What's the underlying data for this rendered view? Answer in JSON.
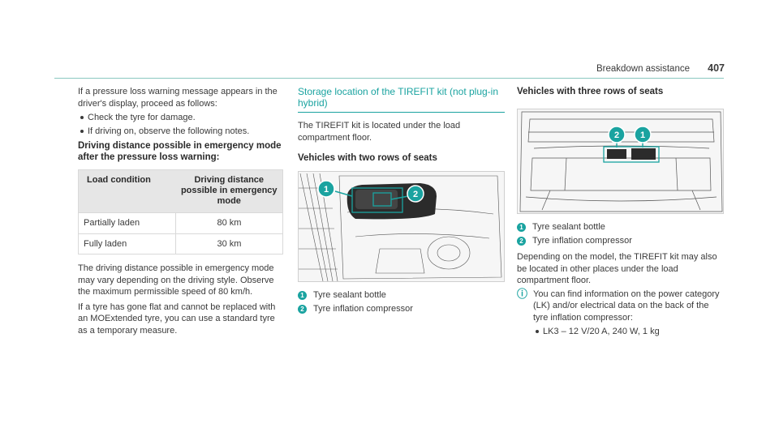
{
  "header": {
    "section": "Breakdown assistance",
    "page_number": "407"
  },
  "col1": {
    "intro": "If a pressure loss warning message appears in the driver's display, proceed as follows:",
    "bullets": [
      "Check the tyre for damage.",
      "If driving on, observe the following notes."
    ],
    "heading": "Driving distance possible in emergency mode after the pressure loss warning:",
    "table": {
      "headers": [
        "Load condition",
        "Driving distance possible in emergency mode"
      ],
      "rows": [
        [
          "Partially laden",
          "80 km"
        ],
        [
          "Fully laden",
          "30 km"
        ]
      ]
    },
    "para1": "The driving distance possible in emergency mode may vary depending on the driving style. Observe the maximum permissible speed of 80 km/h.",
    "para2": "If a tyre has gone flat and cannot be replaced with an MOExtended tyre, you can use a standard tyre as a temporary measure."
  },
  "col2": {
    "title": "Storage location of the TIREFIT kit (not plug-in hybrid)",
    "para": "The TIREFIT kit is located under the load compartment floor.",
    "subheading": "Vehicles with two rows of seats",
    "callouts": [
      "1",
      "2"
    ],
    "legend": [
      {
        "num": "1",
        "text": "Tyre sealant bottle"
      },
      {
        "num": "2",
        "text": "Tyre inflation compressor"
      }
    ]
  },
  "col3": {
    "subheading": "Vehicles with three rows of seats",
    "callouts": [
      "2",
      "1"
    ],
    "legend": [
      {
        "num": "1",
        "text": "Tyre sealant bottle"
      },
      {
        "num": "2",
        "text": "Tyre inflation compressor"
      }
    ],
    "para": "Depending on the model, the TIREFIT kit may also be located in other places under the load compartment floor.",
    "note_icon": "info-icon",
    "note": "You can find information on the power category (LK) and/or electrical data on the back of the tyre inflation compressor:",
    "note_bullets": [
      "LK3 – 12 V/20 A, 240 W, 1 kg"
    ]
  },
  "colors": {
    "accent": "#1aa3a0",
    "rule": "#8ac7c0",
    "table_header": "#e6e6e6"
  }
}
